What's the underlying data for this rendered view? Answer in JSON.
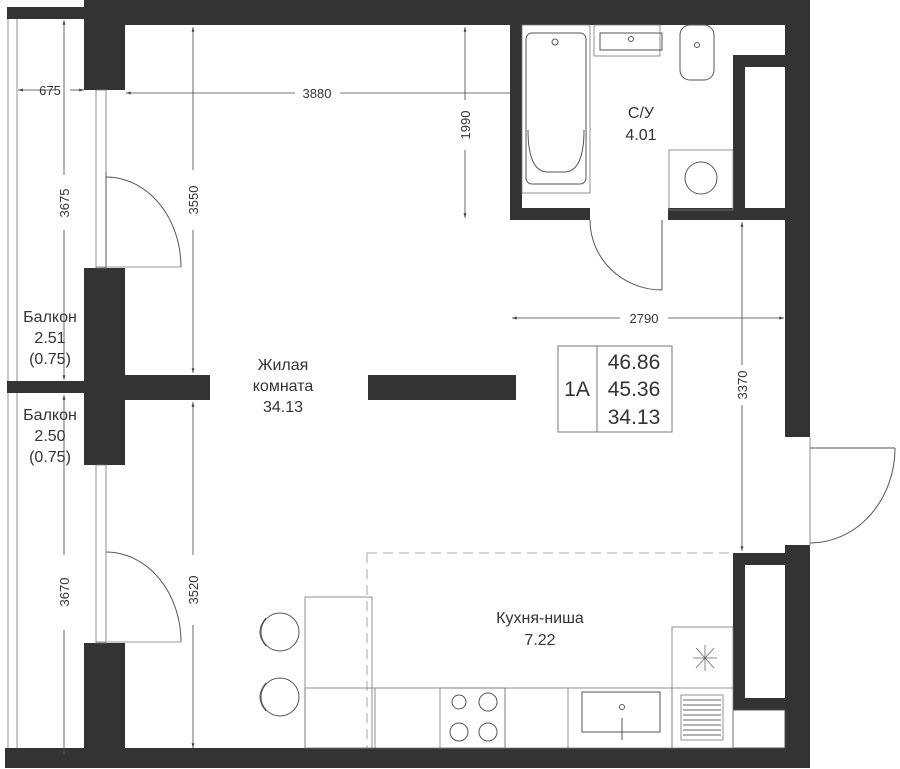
{
  "rooms": {
    "living": {
      "name_line1": "Жилая",
      "name_line2": "комната",
      "area": "34.13"
    },
    "bathroom": {
      "name": "С/У",
      "area": "4.01"
    },
    "kitchen": {
      "name": "Кухня-ниша",
      "area": "7.22"
    },
    "balcony_top": {
      "name": "Балкон",
      "area": "2.51",
      "coef": "(0.75)"
    },
    "balcony_bottom": {
      "name": "Балкон",
      "area": "2.50",
      "coef": "(0.75)"
    }
  },
  "summary": {
    "type": "1А",
    "total_area": "46.86",
    "living_area_total": "45.36",
    "living_area": "34.13"
  },
  "dimensions": {
    "balcony_width": "675",
    "living_width": "3880",
    "bath_depth": "1990",
    "balcony_top_length": "3675",
    "living_top_height": "3550",
    "right_width": "2790",
    "right_height": "3370",
    "balcony_bottom_length": "3670",
    "living_bottom_height": "3520"
  },
  "colors": {
    "wall": "#333333",
    "line": "#555555"
  }
}
